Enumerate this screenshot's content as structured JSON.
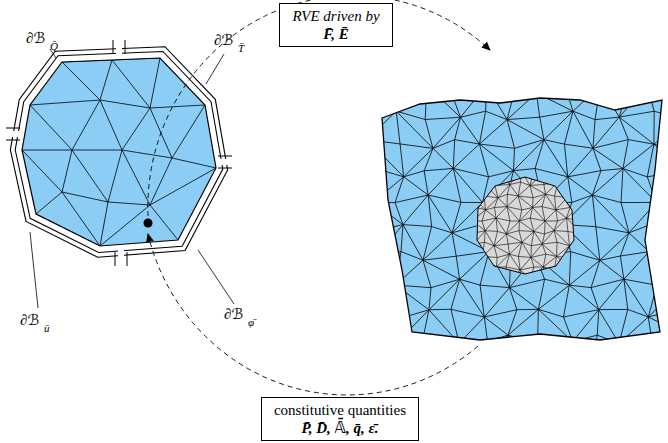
{
  "diagram": {
    "nodes": [
      {
        "text": [
          "RVE driven by",
          "F̄, Ē"
        ]
      },
      {
        "text": [
          "constitutive quantities",
          "P̄, D̄, 𝔸̄, q̄, ε̄."
        ]
      }
    ],
    "labels": [
      "∂ℬ",
      "Q̄",
      "∂ℬ",
      "T̄",
      "∂ℬ",
      "ū",
      "∂ℬ",
      "φ̄"
    ]
  }
}
